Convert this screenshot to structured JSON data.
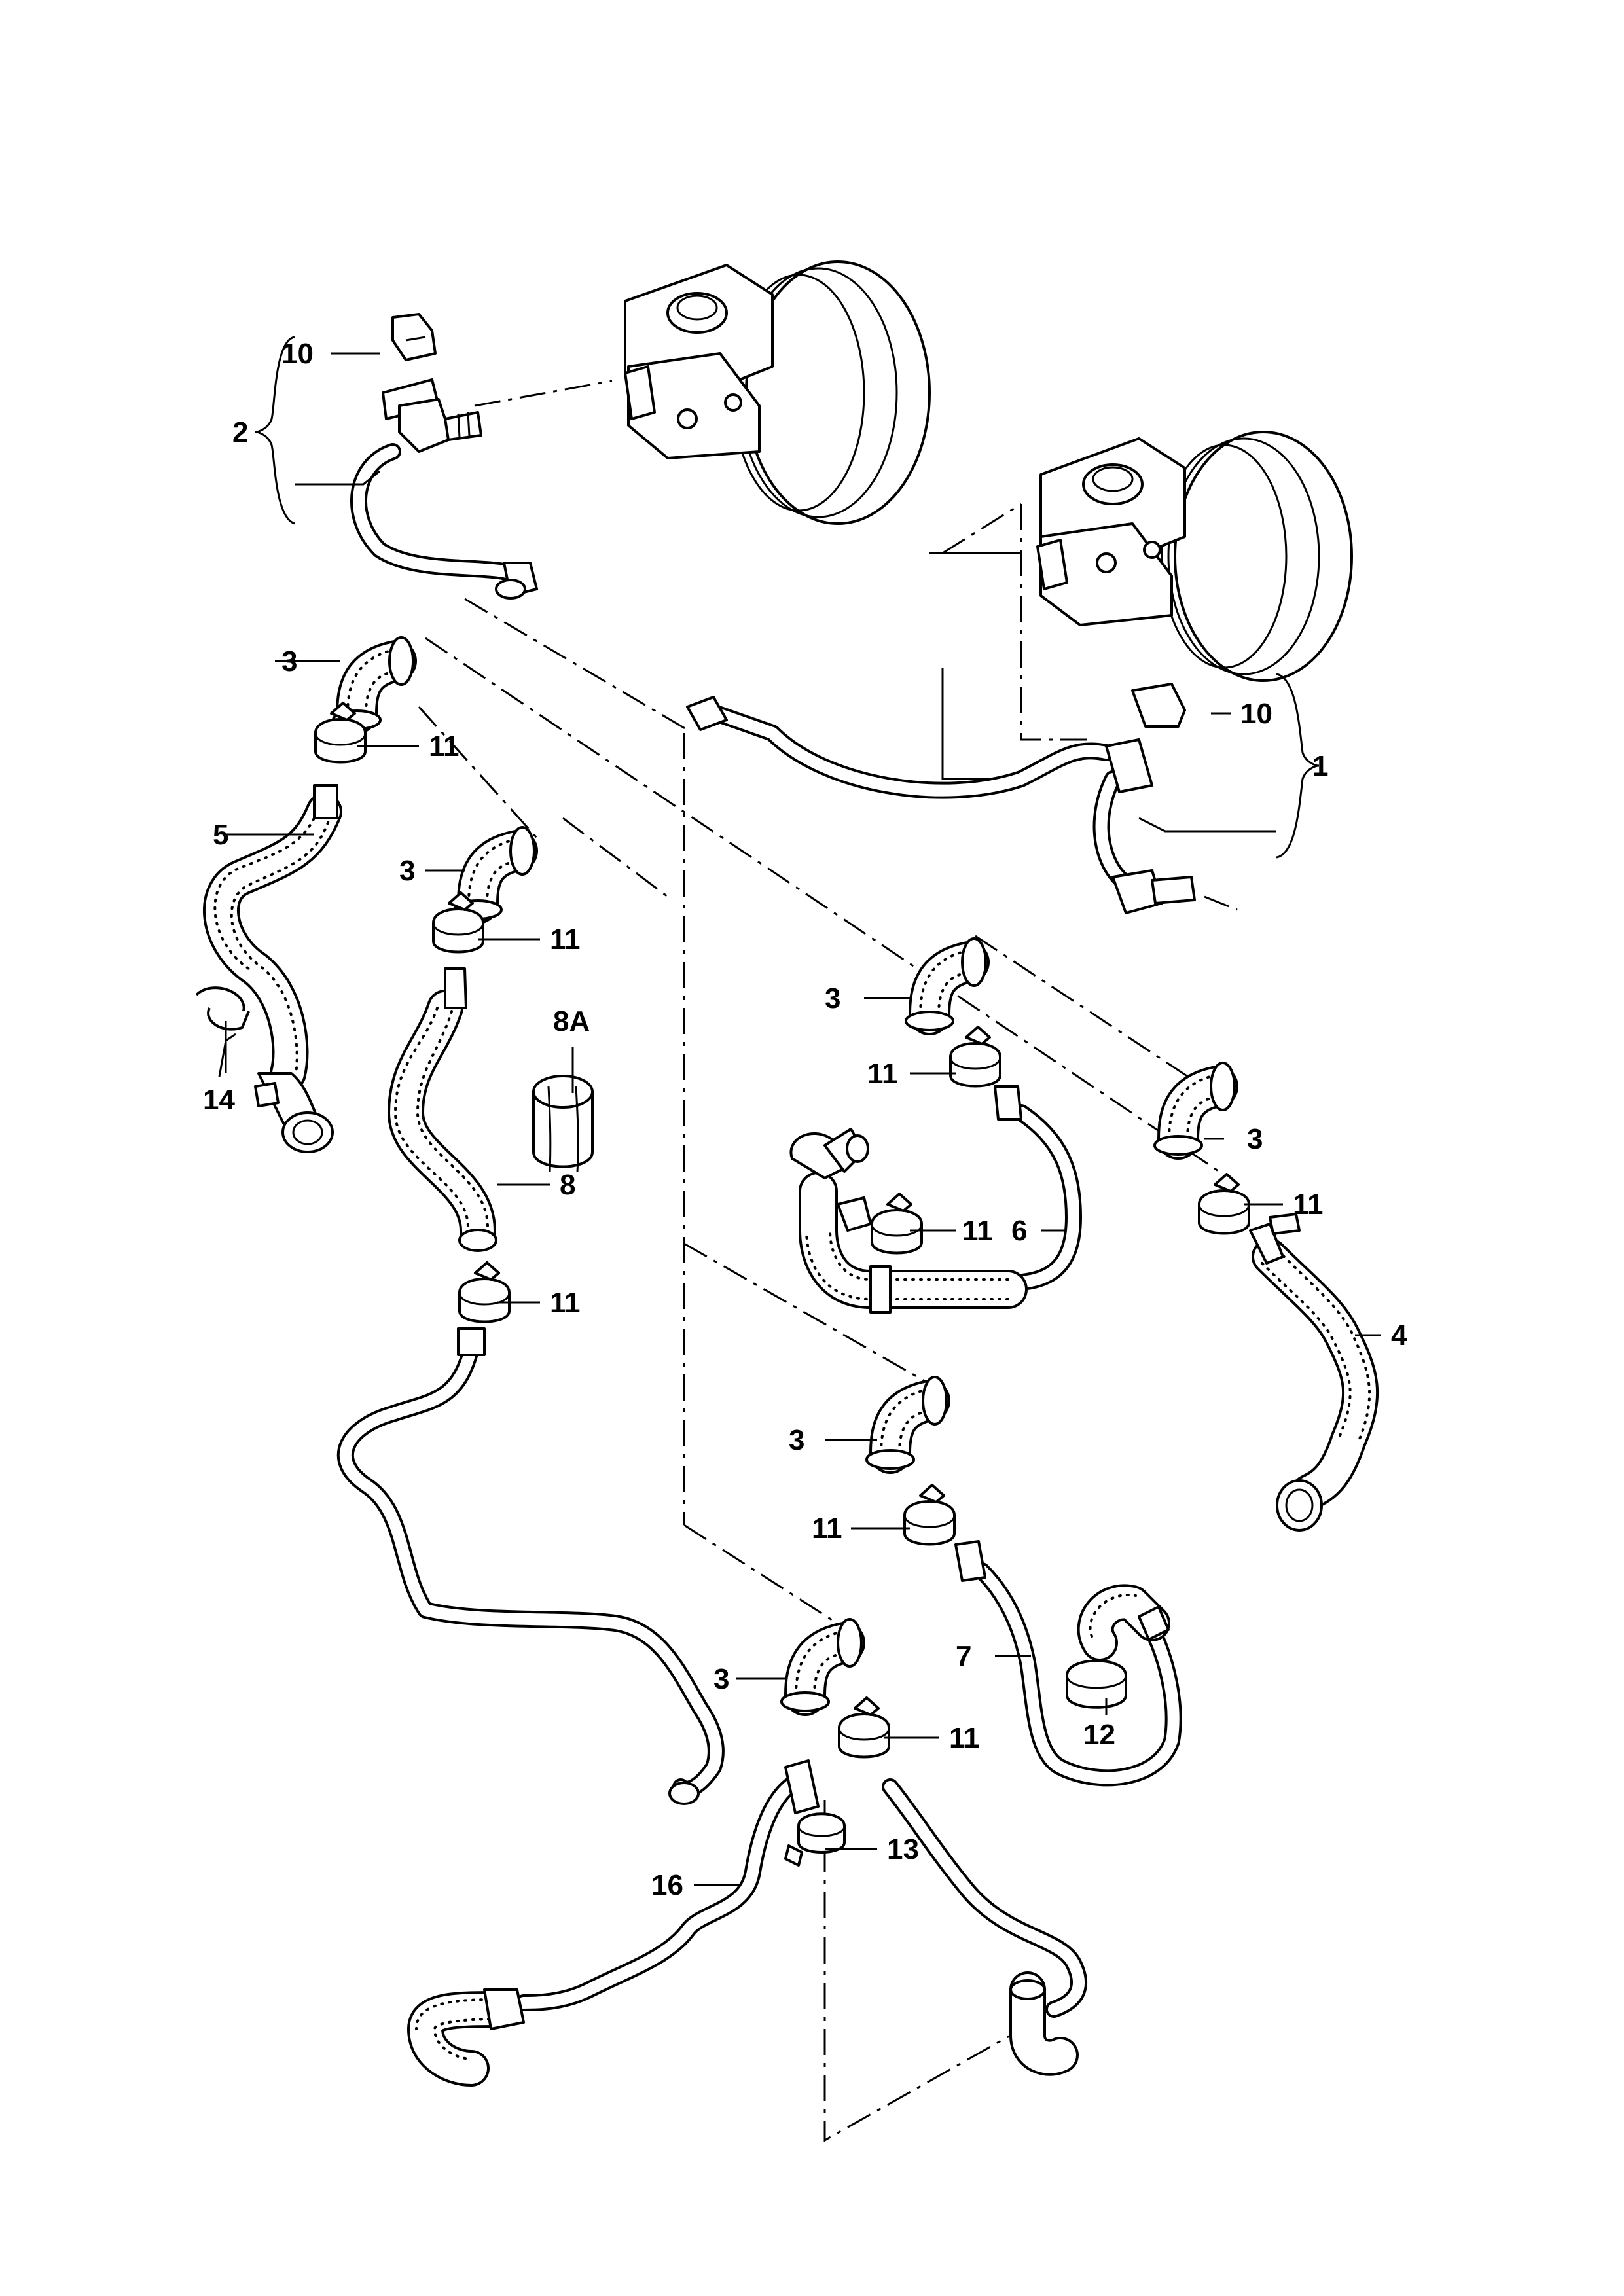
{
  "diagram": {
    "callouts": {
      "c1": "1",
      "c2": "2",
      "c3a": "3",
      "c3b": "3",
      "c3c": "3",
      "c3d": "3",
      "c3e": "3",
      "c3f": "3",
      "c4": "4",
      "c5": "5",
      "c6": "6",
      "c7": "7",
      "c8": "8",
      "c8a": "8A",
      "c10a": "10",
      "c10b": "10",
      "c11a": "11",
      "c11b": "11",
      "c11c": "11",
      "c11d": "11",
      "c11e": "11",
      "c11f": "11",
      "c11g": "11",
      "c11h": "11",
      "c12": "12",
      "c13": "13",
      "c14": "14",
      "c16": "16"
    }
  }
}
